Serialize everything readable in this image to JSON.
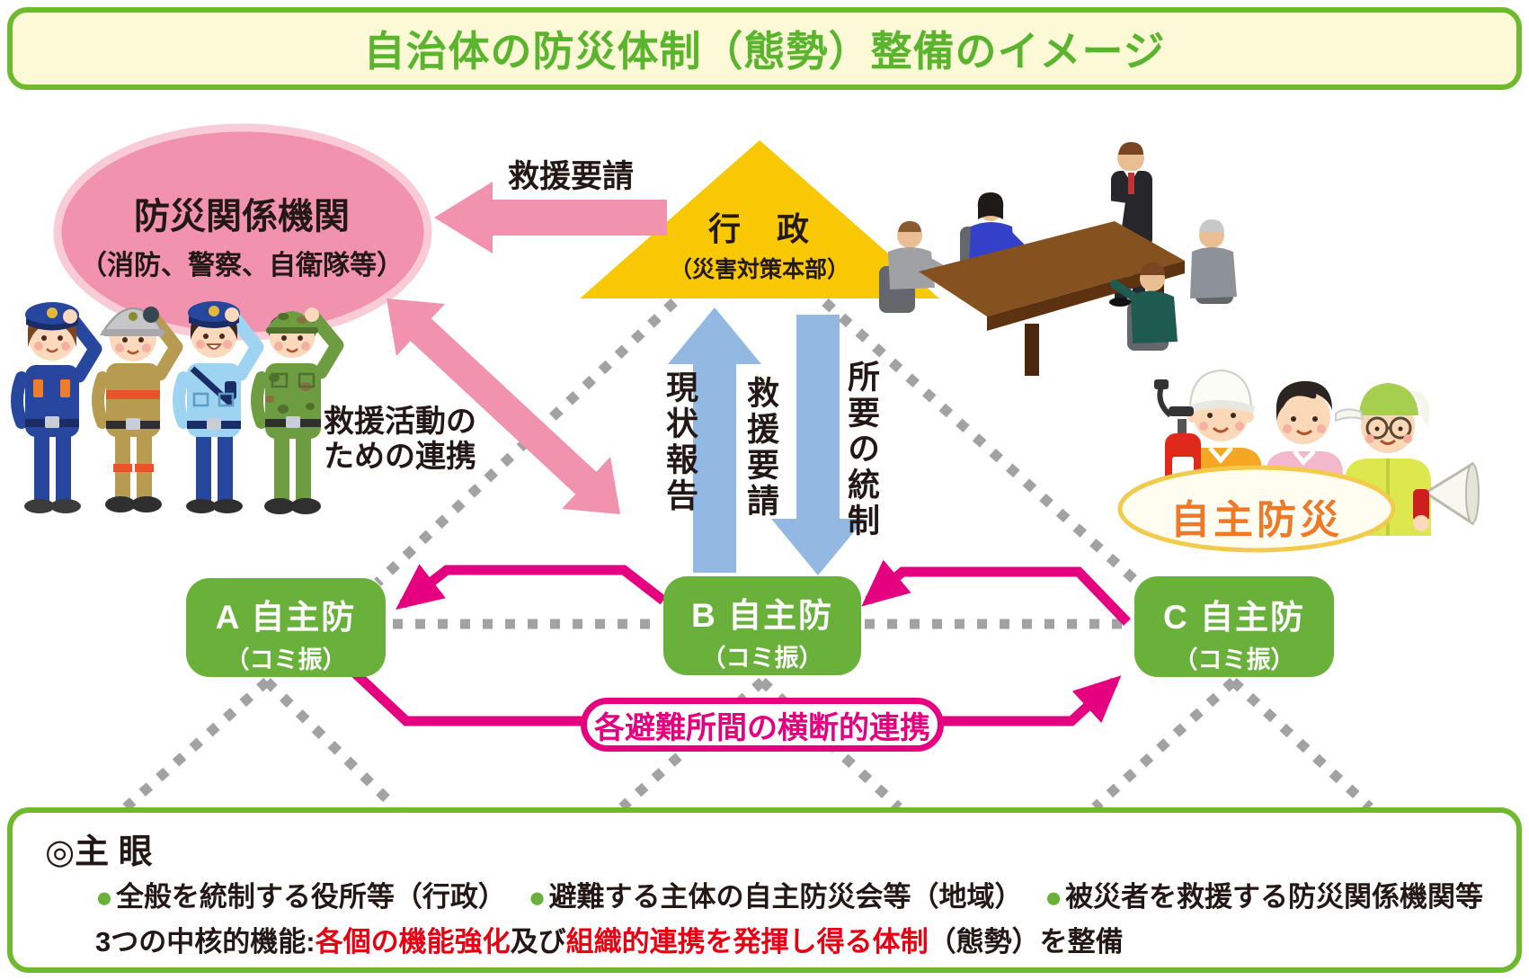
{
  "title": "自治体の防災体制（態勢）整備のイメージ",
  "nodes": {
    "agency": {
      "name": "防災関係機関",
      "sub": "（消防、警察、自衛隊等）"
    },
    "gov": {
      "name": "行　政",
      "sub": "（災害対策本部）"
    },
    "groups": [
      {
        "name": "A 自主防",
        "sub": "（コミ振）"
      },
      {
        "name": "B 自主防",
        "sub": "（コミ振）"
      },
      {
        "name": "C 自主防",
        "sub": "（コミ振）"
      }
    ]
  },
  "arrows": {
    "rescue_request_top": "救援要請",
    "rescue_coop_line1": "救援活動の",
    "rescue_coop_line2": "ための連携",
    "status_report": "現状報告",
    "rescue_request_mid": "救援要請",
    "control": "所要の統制",
    "cross_link": "各避難所間の横断的連携"
  },
  "illustrations": {
    "volunteer_badge": "自主防災"
  },
  "summary": {
    "heading": "◎主 眼",
    "bullet_char": "●",
    "bullets": [
      "全般を統制する役所等（行政）",
      "避難する主体の自主防災会等（地域）",
      "被災者を救援する防災関係機関等"
    ],
    "core_line": [
      {
        "text": "3つの中核的機能:",
        "color": "#231815"
      },
      {
        "text": "各個の機能強化",
        "color": "#E60012"
      },
      {
        "text": "及び",
        "color": "#231815"
      },
      {
        "text": "組織的連携を発揮し得る体制",
        "color": "#E60012"
      },
      {
        "text": "（態勢）を整備",
        "color": "#231815"
      }
    ]
  },
  "colors": {
    "banner_bg": "#FBF9D6",
    "green_border": "#6EB92D",
    "title_green": "#5BB42E",
    "pink": "#F192AE",
    "pink_light": "#F9CBD7",
    "yellow": "#F9C805",
    "blue": "#93B8E1",
    "magenta": "#E4007F",
    "box_green": "#69B13B",
    "gray_dot": "#A2A2A2",
    "red": "#E60012",
    "badge_orange": "#EE7A28"
  }
}
